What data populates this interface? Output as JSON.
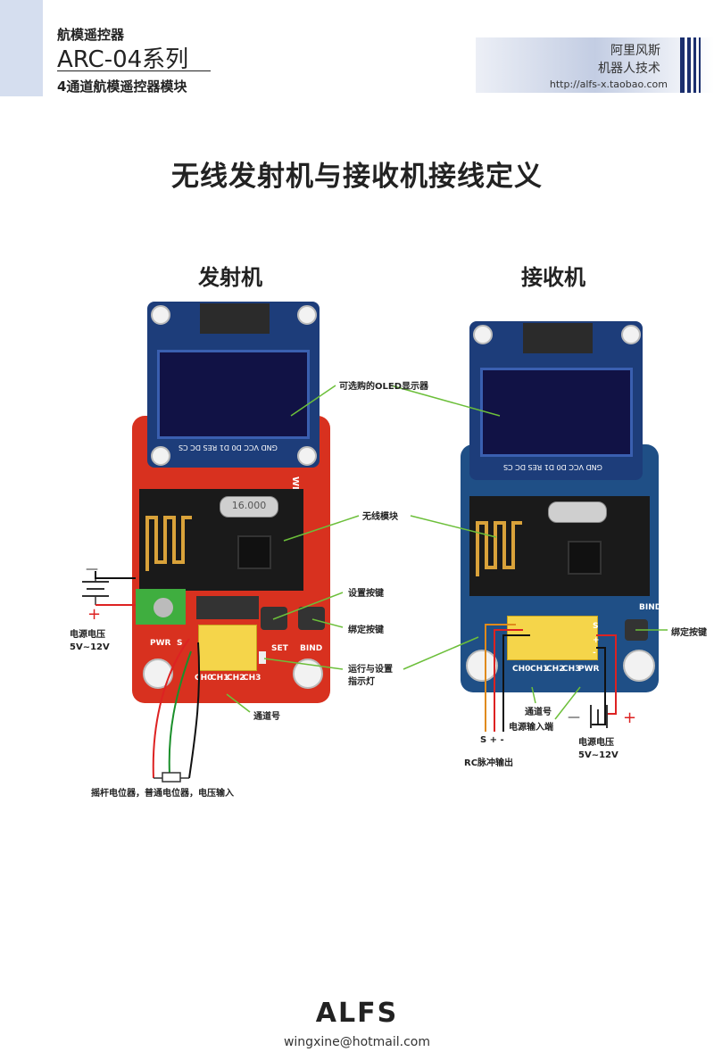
{
  "header": {
    "series": "航模遥控器",
    "model": "ARC-04系列",
    "subtitle": "4通道航模遥控器模块",
    "company_line1": "阿里风斯",
    "company_line2": "机器人技术",
    "url": "http://alfs-x.taobao.com"
  },
  "title": "无线发射机与接收机接线定义",
  "transmitter": {
    "heading": "发射机",
    "oled_pins": "GND VCC D0 D1 RES DC CS",
    "crystal": "16.000",
    "set_label": "SET",
    "bind_label": "BIND",
    "pwr_label": "PWR",
    "channels": [
      "CH0",
      "CH1",
      "CH2",
      "CH3"
    ],
    "brand": "WINGXINE",
    "s_label": "S"
  },
  "receiver": {
    "heading": "接收机",
    "oled_pins": "GND VCC D0 D1 RES DC CS",
    "bind_label": "BIND",
    "channels": [
      "CH0",
      "CH1",
      "CH2",
      "CH3"
    ],
    "pwr_label": "PWR",
    "s_label": "S",
    "plus_label": "+",
    "minus_label": "-"
  },
  "annotations": {
    "oled": "可选购的OLED显示器",
    "wireless": "无线模块",
    "set_button": "设置按键",
    "bind_button_tx": "绑定按键",
    "indicator": "运行与设置\n指示灯",
    "channel_tx": "通道号",
    "power_tx_plus": "+",
    "power_tx_minus": "—",
    "power_voltage_tx": "电源电压\n5V~12V",
    "potentiometer": "摇杆电位器，普通电位器，电压输入",
    "bind_button_rx": "绑定按键",
    "channel_rx": "通道号",
    "power_input_rx": "电源输入端",
    "pulse_pins": "S + -",
    "rc_pulse": "RC脉冲输出",
    "power_voltage_rx": "电源电压\n5V~12V",
    "power_rx_plus": "+",
    "power_rx_minus": "—"
  },
  "footer": {
    "brand": "ALFS",
    "email": "wingxine@hotmail.com"
  }
}
